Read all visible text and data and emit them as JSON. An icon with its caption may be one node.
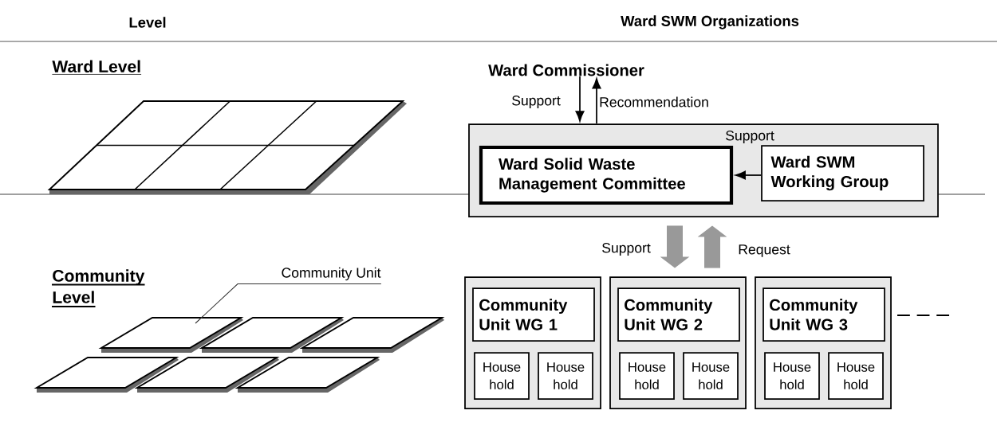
{
  "diagram": {
    "nodes": [
      {
        "text": [
          "Ward Commissioner"
        ]
      },
      {
        "text": [],
        "shape": "box"
      },
      {
        "text": [
          "Ward Solid Waste Management Committee"
        ],
        "in": 1
      },
      {
        "text": [
          "Ward SWM Working Group"
        ],
        "in": 1
      },
      {
        "text": [],
        "shape": "box"
      },
      {
        "text": [
          "Community Unit WG 1"
        ],
        "in": 4
      },
      {
        "text": [
          "House hold"
        ],
        "in": 4
      },
      {
        "text": [
          "House hold"
        ],
        "in": 4
      },
      {
        "text": [],
        "shape": "box"
      },
      {
        "text": [
          "Community Unit WG 2"
        ],
        "in": 8
      },
      {
        "text": [
          "House hold"
        ],
        "in": 8
      },
      {
        "text": [
          "House hold"
        ],
        "in": 8
      },
      {
        "text": [],
        "shape": "box"
      },
      {
        "text": [
          "Community Unit WG 3"
        ],
        "in": 12
      },
      {
        "text": [
          "House hold"
        ],
        "in": 12
      },
      {
        "text": [
          "House hold"
        ],
        "in": 12
      },
      {
        "text": [
          "Community Unit"
        ]
      }
    ],
    "edges": [
      {
        "from": 0,
        "to": 1,
        "arrow": "to",
        "label": "Support"
      },
      {
        "from": 1,
        "to": 0,
        "arrow": "to",
        "label": "Recommendation"
      },
      {
        "from": 3,
        "to": 2,
        "arrow": "to",
        "label": "Support"
      },
      {
        "from": 1,
        "to": 8,
        "arrow": "to",
        "label": "Support",
        "style": "thick",
        "color": "#999999"
      },
      {
        "from": 8,
        "to": 1,
        "arrow": "to",
        "label": "Request",
        "style": "thick",
        "color": "#999999"
      },
      {
        "from": 16,
        "to": null,
        "arrow": "none"
      }
    ],
    "labels": [
      "Level",
      "Ward SWM Organizations",
      "Ward Level",
      "Community Level"
    ]
  }
}
